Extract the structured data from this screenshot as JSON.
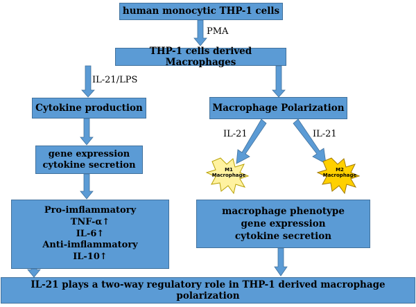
{
  "top_box": "human monocytic THP-1 cells",
  "pma_label": "PMA",
  "macro_box": "THP-1 cells derived Macrophages",
  "il21_lps_label": "IL-21/LPS",
  "cytokine_box": "Cytokine production",
  "gene_box": {
    "line1": "gene expression",
    "line2": "cytokine secretion"
  },
  "infl_box": {
    "line1": "Pro-imflammatory",
    "line2": "TNF-α↑",
    "line3": "IL-6↑",
    "line4": "Anti-imflammatory",
    "line5": "IL-10↑"
  },
  "polar_box": "Macrophage Polarization",
  "il21_left": "IL-21",
  "il21_right": "IL-21",
  "m1": {
    "line1": "M1",
    "line2": "Macrophage"
  },
  "m2": {
    "line1": "M2",
    "line2": "Macrophage"
  },
  "pheno_box": {
    "line1": "macrophage phenotype",
    "line2": "gene expression",
    "line3": "cytokine secretion"
  },
  "bottom_box": "IL-21 plays a two-way regulatory role in THP-1 derived macrophage polarization",
  "colors": {
    "box": "#5b9bd5",
    "box_border": "#41719c",
    "arrow": "#5b9bd5",
    "m1_burst": "#fff2a0",
    "m2_burst": "#ffd000"
  }
}
